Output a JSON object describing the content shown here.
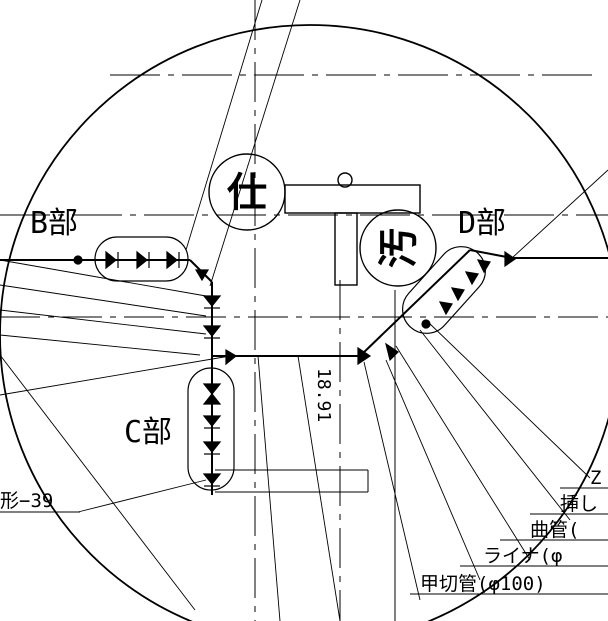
{
  "labels": {
    "part_b": "B部",
    "part_c": "C部",
    "part_d": "D部",
    "kanji_left": "仕",
    "kanji_right": "汚",
    "dimension": "18.91",
    "leader_1": "形−39",
    "leader_2": "Z",
    "leader_3": "挿し",
    "leader_4": "曲管(",
    "leader_5": "ライナ(φ",
    "leader_6": "甲切管(φ100)"
  }
}
